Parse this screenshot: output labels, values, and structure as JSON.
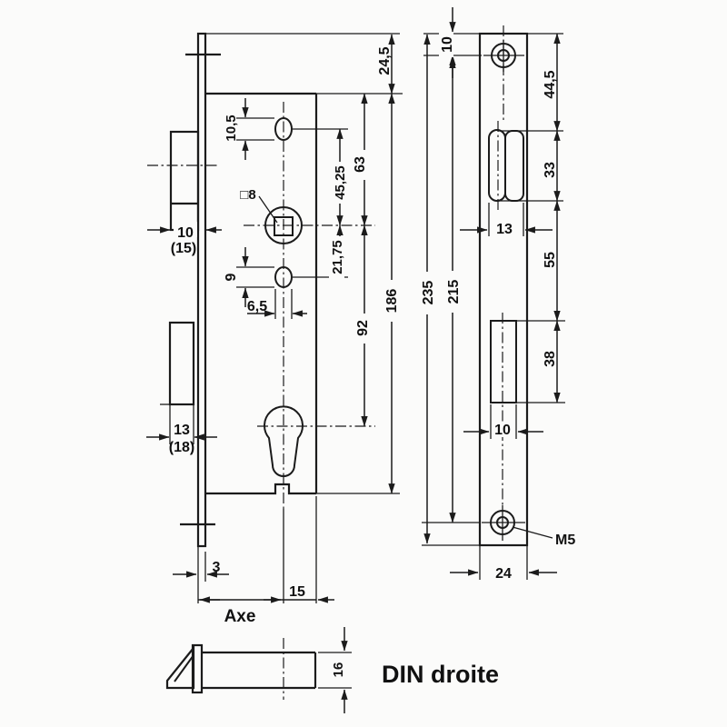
{
  "drawing_type": "lock technical drawing",
  "colors": {
    "line": "#1b1b1b",
    "background": "#fbfbfa"
  },
  "left_view": {
    "dims": {
      "top_to_case": "24,5",
      "hub_hole_height": "10,5",
      "case_top_to_follower": "63",
      "follower_square": "□8",
      "hub_to_follower": "45,25",
      "latch_protrusion": "10",
      "latch_protrusion_alt": "(15)",
      "follower_to_pin": "21,75",
      "pin_hole_height": "9",
      "pin_hole_width": "6,5",
      "follower_to_cylinder": "92",
      "case_height": "186",
      "bolt_protrusion": "13",
      "bolt_protrusion_alt": "(18)",
      "faceplate_thickness": "3",
      "axis_to_case_back": "15"
    },
    "axis_label": "Axe"
  },
  "right_view": {
    "dims": {
      "top_to_screw": "10",
      "top_to_latch_cutout": "44,5",
      "latch_cutout_height": "33",
      "latch_cutout_width": "13",
      "latch_to_bolt_cutout": "55",
      "bolt_cutout_height": "38",
      "bolt_cutout_width": "10",
      "plate_length": "235",
      "screw_centers": "215",
      "plate_width": "24"
    },
    "screw_thread": "M5"
  },
  "bottom_view": {
    "dims": {
      "latch_height": "16"
    },
    "caption": "DIN droite"
  }
}
